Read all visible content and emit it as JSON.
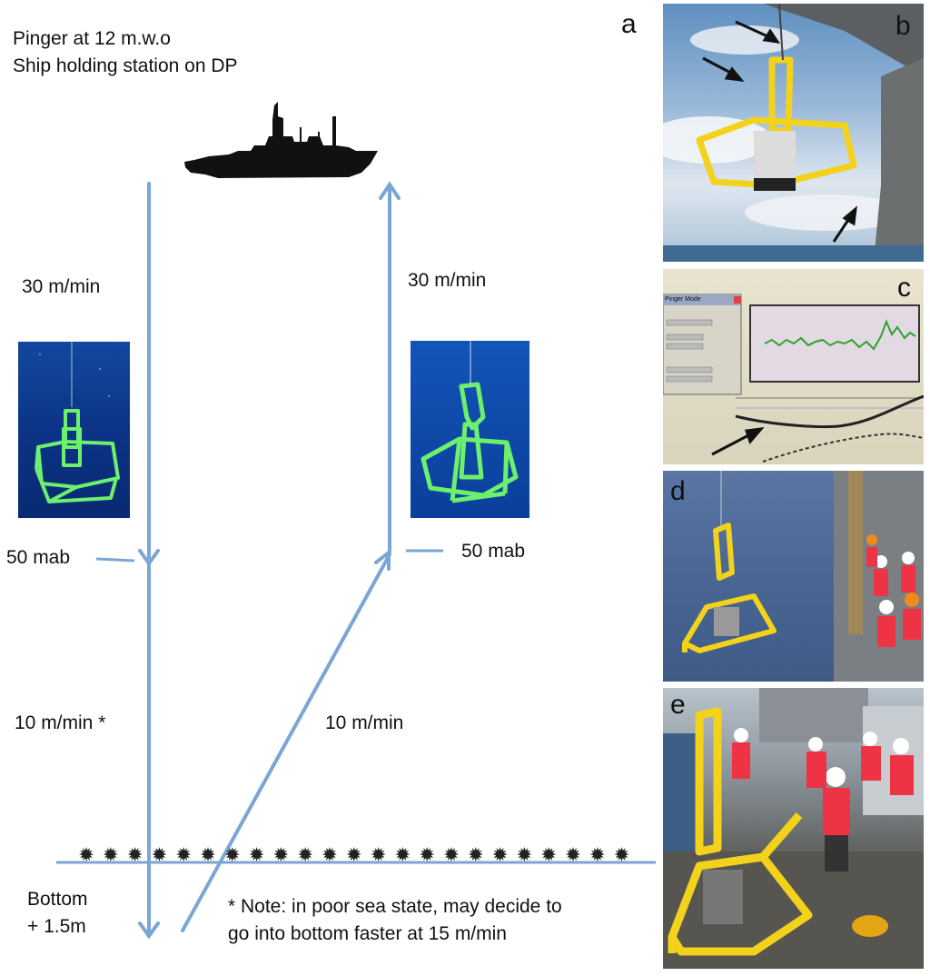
{
  "header": {
    "line1": "Pinger at 12 m.w.o",
    "line2": "Ship holding station on DP"
  },
  "descent": {
    "speed_upper": "30 m/min",
    "marker": "50 mab",
    "speed_lower": "10 m/min *"
  },
  "ascent": {
    "speed_upper": "30 m/min",
    "marker": "50 mab",
    "speed_lower": "10 m/min"
  },
  "bottom": {
    "line1": "Bottom",
    "line2": "+ 1.5m"
  },
  "note": {
    "line1": "* Note: in poor sea state, may decide to",
    "line2": "go into bottom faster at 15 m/min"
  },
  "panels": {
    "a": "a",
    "b": "b",
    "c": "c",
    "d": "d",
    "e": "e"
  },
  "pinger_window": {
    "title": "Pinger Mode"
  },
  "colors": {
    "arrow": "#7aa6d6",
    "seafloor": "#7aa6d6",
    "ship": "#111111",
    "frame_green": "#6df06d",
    "frame_yellow": "#f2d21a",
    "ocean_deep": "#0b2f86",
    "plot_trace": "#2aa52a"
  }
}
